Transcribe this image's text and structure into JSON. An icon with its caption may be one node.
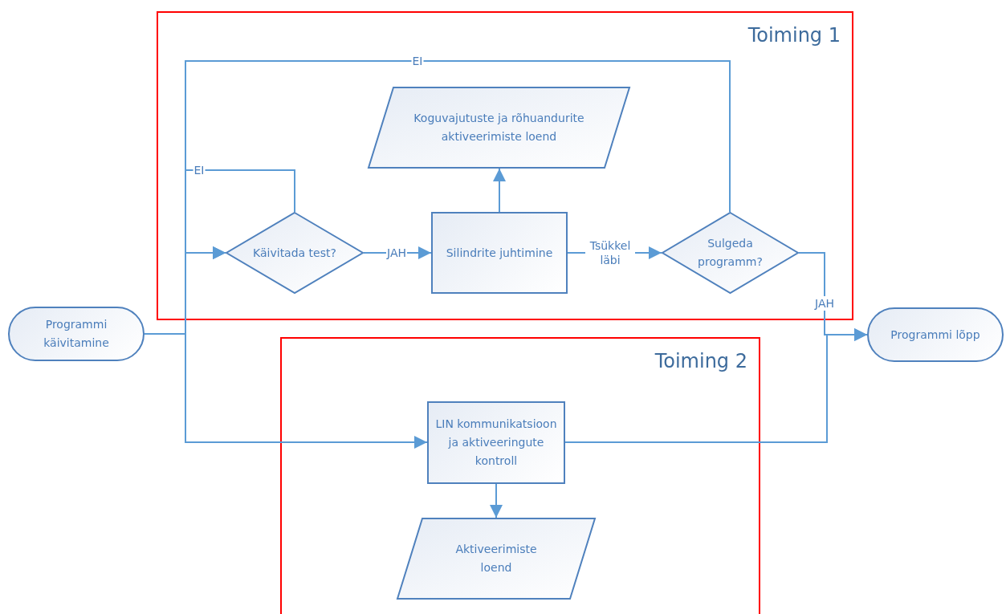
{
  "diagram": {
    "nodes": [
      {
        "text": [
          "Toiming 1"
        ]
      },
      {
        "text": [
          "Käivitada test?"
        ],
        "in": 0
      },
      {
        "text": [
          "Silindrite juhtimine"
        ],
        "in": 0
      },
      {
        "text": [
          "Koguvajutuste ja rõhuandurite aktiveerimiste loend"
        ],
        "in": 0
      },
      {
        "text": [
          "Sulgeda programm?"
        ],
        "in": 0
      },
      {
        "text": [
          "Programmi käivitamine"
        ]
      },
      {
        "text": [
          "Programmi lõpp"
        ]
      },
      {
        "text": [
          "Toiming 2"
        ]
      },
      {
        "text": [
          "LIN kommunikatsioon ja aktiveeringute kontroll"
        ],
        "in": 7
      },
      {
        "text": [
          "Aktiveerimiste loend"
        ],
        "in": 7
      }
    ],
    "edges": [
      {
        "from": 5,
        "to": 1,
        "arrow": "to"
      },
      {
        "from": 5,
        "to": 8,
        "arrow": "to"
      },
      {
        "from": 1,
        "to": 1,
        "arrow": "to",
        "label": "EI"
      },
      {
        "from": 4,
        "to": 1,
        "arrow": "to",
        "label": "EI"
      },
      {
        "from": 1,
        "to": 2,
        "arrow": "to",
        "label": "JAH"
      },
      {
        "from": 2,
        "to": 3,
        "arrow": "to"
      },
      {
        "from": 2,
        "to": 4,
        "arrow": "to",
        "label": "Tsükkel läbi"
      },
      {
        "from": 4,
        "to": 6,
        "arrow": "to",
        "label": "JAH"
      },
      {
        "from": 8,
        "to": 6,
        "arrow": "to"
      },
      {
        "from": 8,
        "to": 9,
        "arrow": "to"
      }
    ]
  }
}
